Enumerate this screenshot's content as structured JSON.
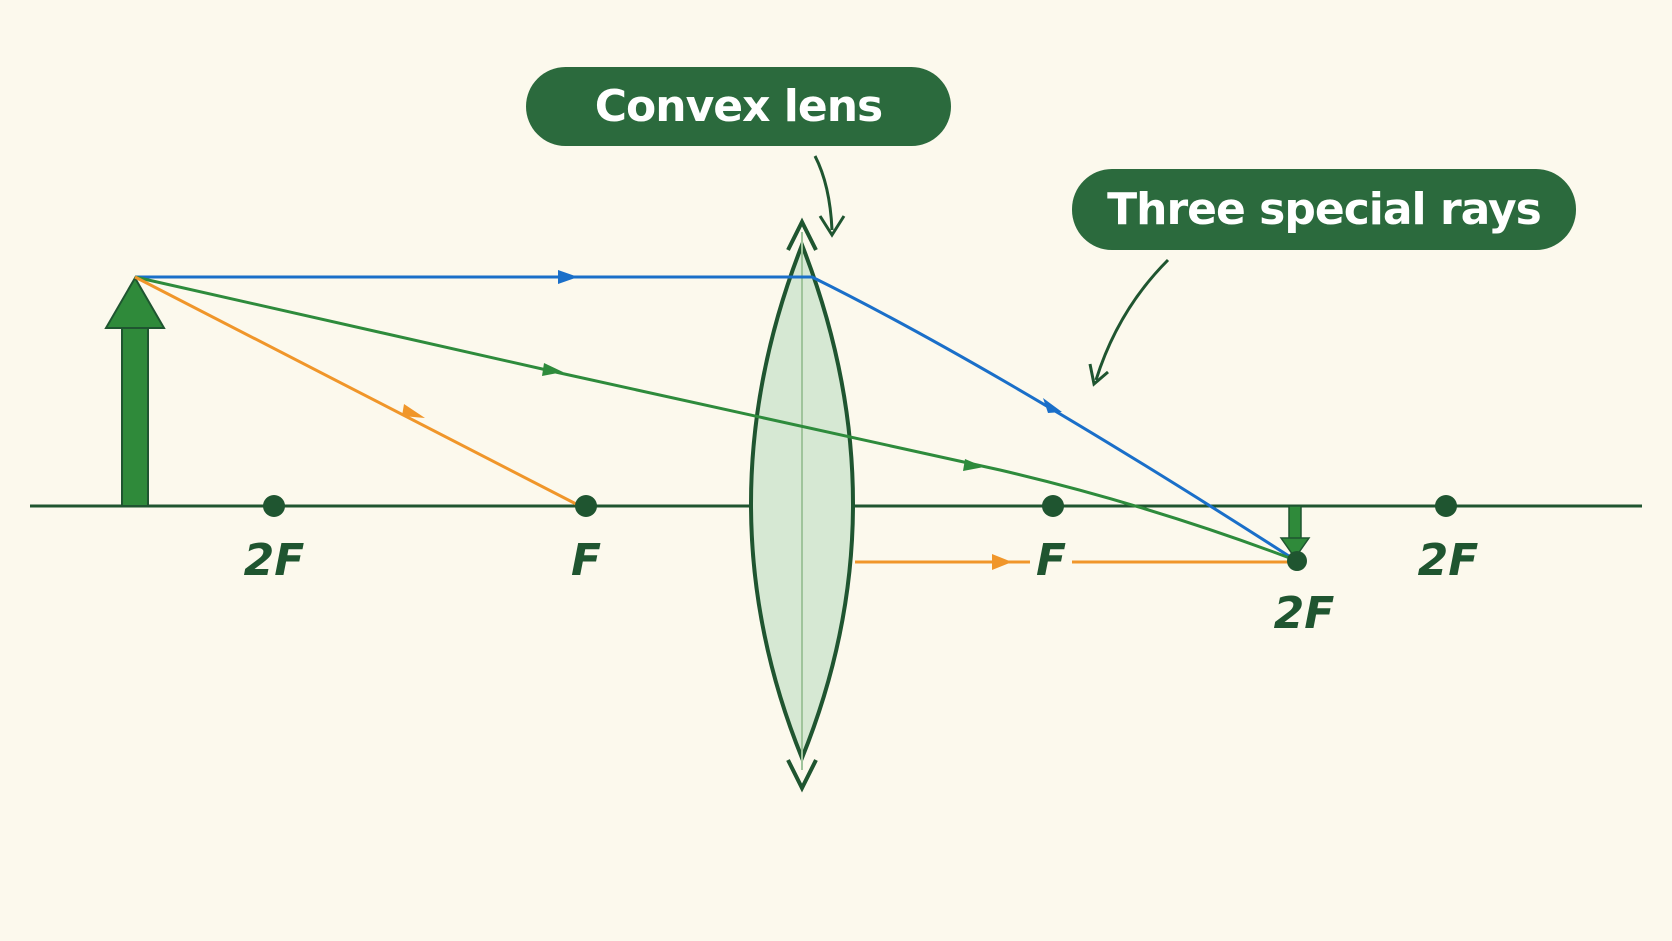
{
  "callouts": {
    "lens": "Convex lens",
    "rays": "Three special rays"
  },
  "axis_labels": {
    "left_2f": "2F",
    "left_f": "F",
    "right_f": "F",
    "image_2f": "2F",
    "right_2f": "2F"
  },
  "colors": {
    "background": "#fcf9ed",
    "dark_green": "#1f5530",
    "callout_green": "#2b6a3d",
    "object_green": "#2f8a3a",
    "ray_blue": "#1a6fc9",
    "ray_green": "#2e8b3c",
    "ray_orange": "#f0962a",
    "lens_fill": "#d6e8d3"
  }
}
